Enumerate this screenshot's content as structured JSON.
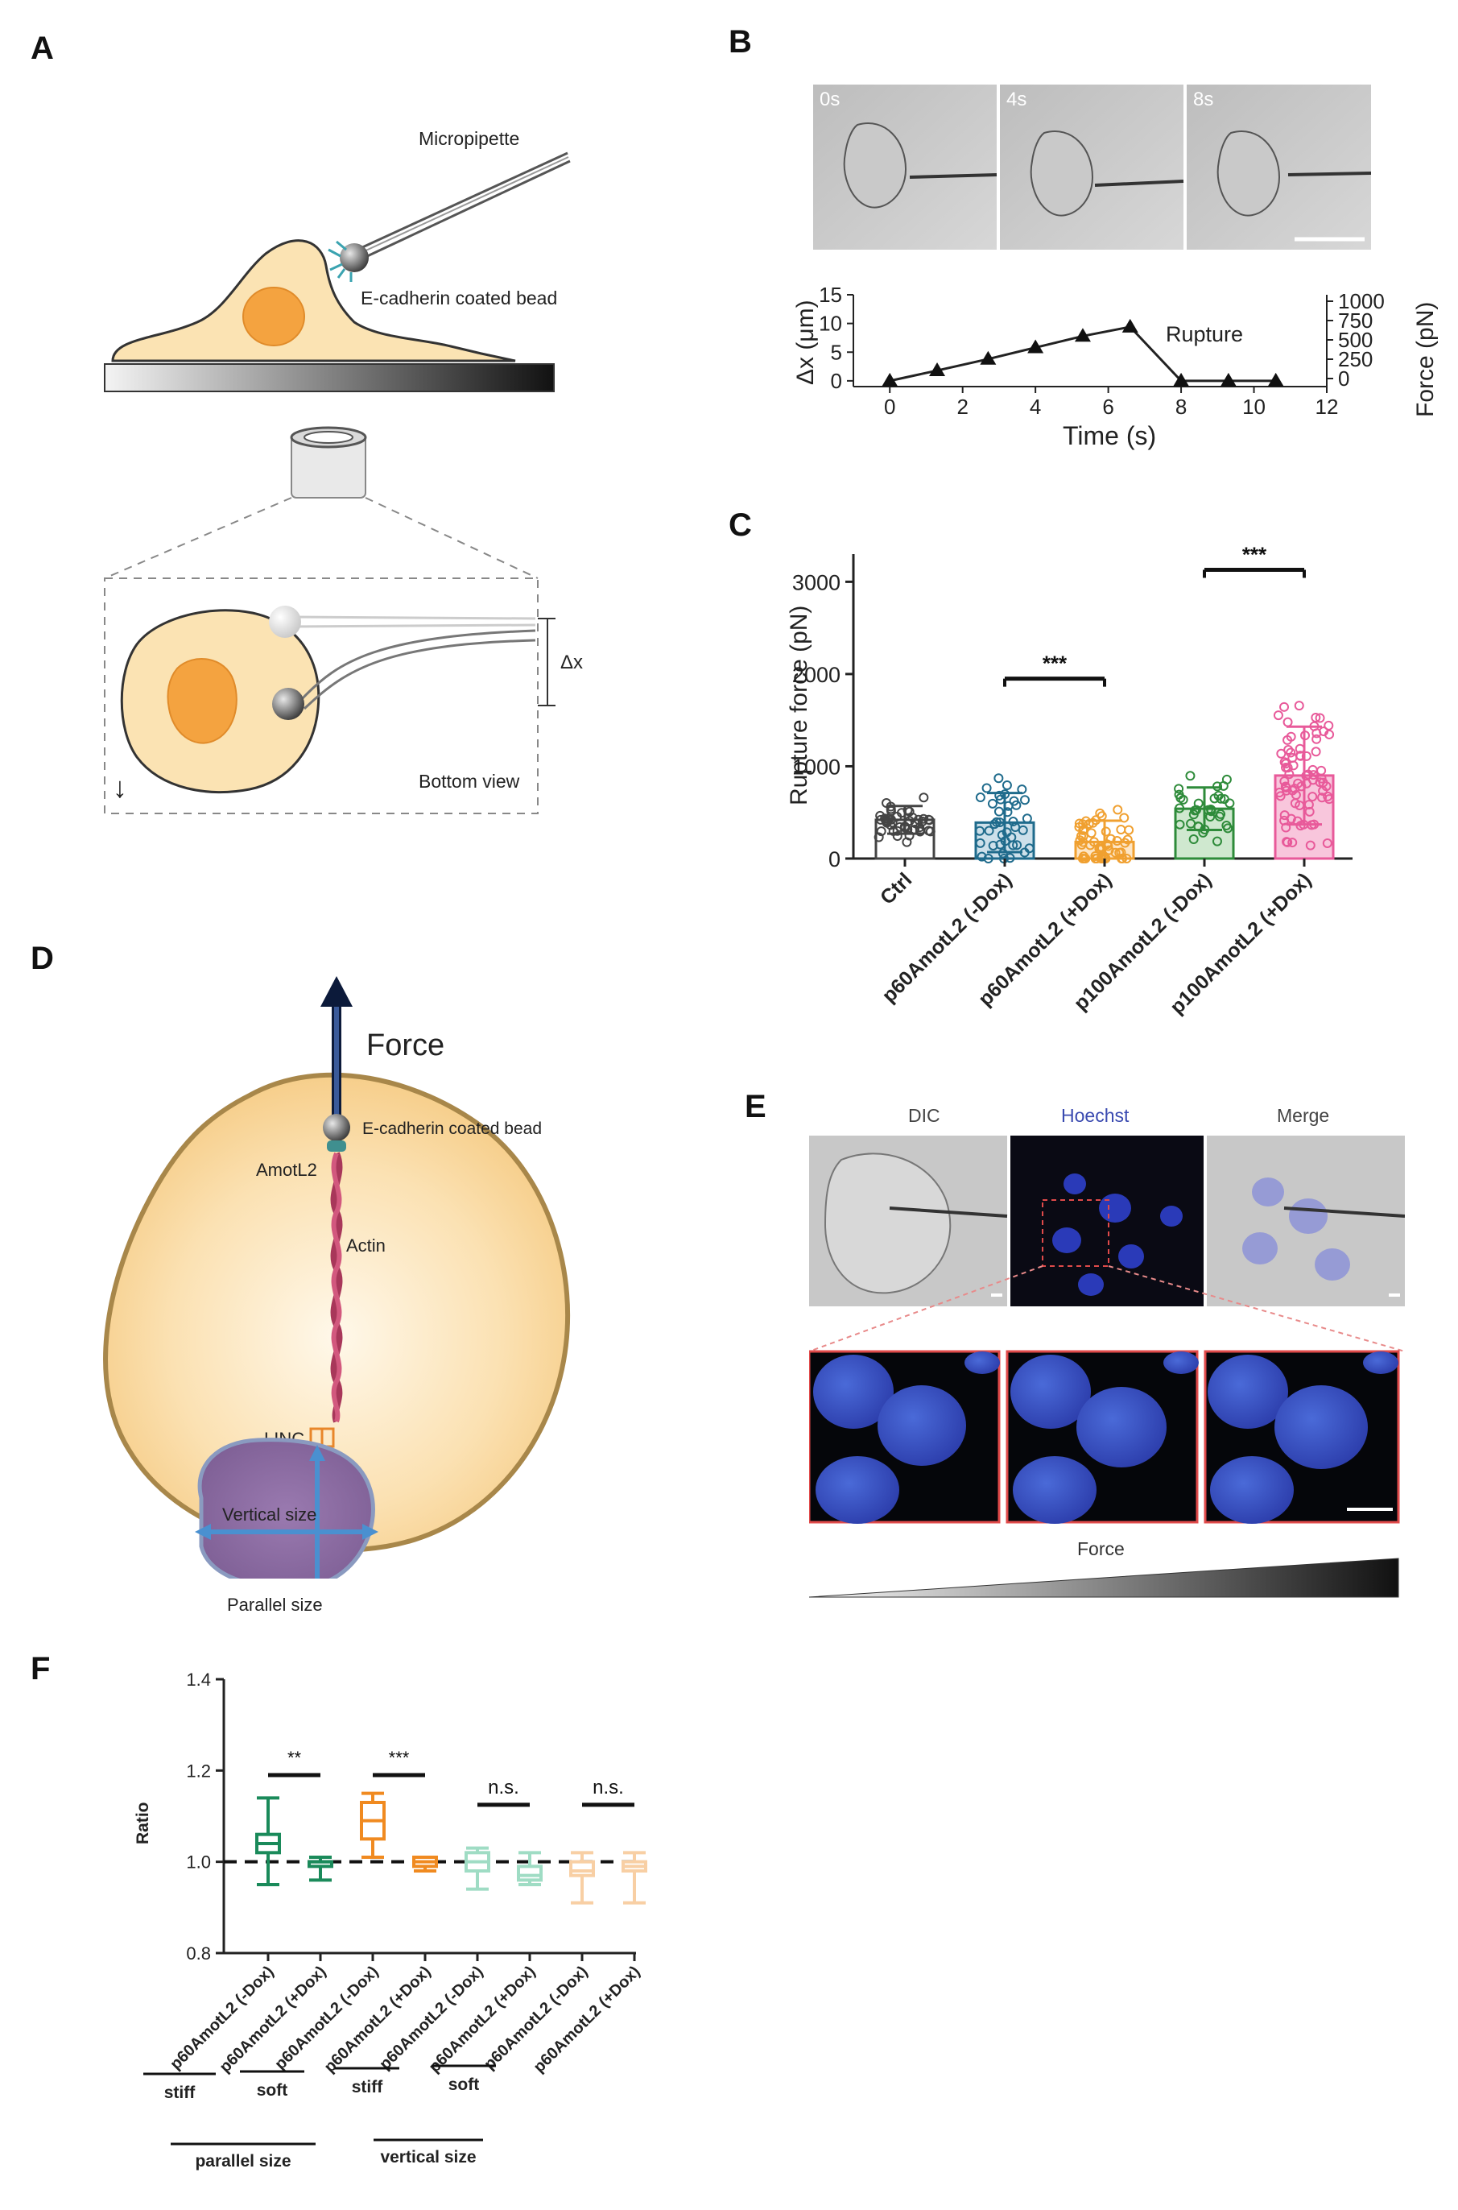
{
  "panels": {
    "A": {
      "letter": "A",
      "label_micropipette": "Micropipette",
      "label_bead": "E-cadherin coated bead",
      "label_dx": "Δx",
      "label_bottom_view": "Bottom view",
      "arrow_glyph": "↓"
    },
    "B": {
      "letter": "B",
      "frame_times": [
        "0s",
        "4s",
        "8s"
      ],
      "rupture_label": "Rupture",
      "xlabel": "Time (s)",
      "ylabel_left": "Δx (μm)",
      "ylabel_right": "Force (pN)",
      "xticks": [
        "0",
        "2",
        "4",
        "6",
        "8",
        "10",
        "12"
      ],
      "yticks_left": [
        "0",
        "5",
        "10",
        "15"
      ],
      "yticks_right": [
        "0",
        "250",
        "500",
        "750",
        "1000"
      ]
    },
    "C": {
      "letter": "C",
      "ylabel": "Rupture force (pN)",
      "yticks": [
        "0",
        "1000",
        "2000",
        "3000"
      ],
      "sig1": "***",
      "sig2": "***"
    },
    "D": {
      "letter": "D",
      "force": "Force",
      "bead": "E-cadherin  coated bead",
      "amotl2": "AmotL2",
      "actin": "Actin",
      "linc": "LINC",
      "vertical": "Vertical size",
      "parallel": "Parallel size"
    },
    "E": {
      "letter": "E",
      "dic": "DIC",
      "hoechst": "Hoechst",
      "merge": "Merge",
      "force": "Force"
    },
    "F": {
      "letter": "F",
      "ylabel": "Ratio",
      "yticks": [
        "0.8",
        "1.0",
        "1.2",
        "1.4"
      ],
      "sigs": [
        "**",
        "***",
        "n.s.",
        "n.s."
      ],
      "categories": [
        "p60AmotL2 (-Dox)",
        "p60AmotL2 (+Dox)",
        "p60AmotL2 (-Dox)",
        "p60AmotL2 (+Dox)",
        "p60AmotL2 (-Dox)",
        "p60AmotL2 (+Dox)",
        "p60AmotL2 (-Dox)",
        "p60AmotL2 (+Dox)"
      ],
      "stiffness": [
        "stiff",
        "soft",
        "stiff",
        "soft"
      ],
      "groups": [
        "parallel size",
        "vertical size"
      ]
    }
  },
  "chart_data": [
    {
      "id": "B",
      "type": "line",
      "xlabel": "Time (s)",
      "ylabel": "Δx (μm)",
      "y2label": "Force (pN)",
      "xlim": [
        -1,
        12
      ],
      "ylim": [
        -1,
        15
      ],
      "y2lim": [
        0,
        1000
      ],
      "x": [
        0,
        1.3,
        2.7,
        4.0,
        5.3,
        6.6,
        8.0,
        9.3,
        10.6
      ],
      "y": [
        0,
        1.8,
        3.8,
        5.8,
        7.8,
        9.4,
        0,
        0,
        0
      ],
      "annotations": [
        "Rupture"
      ]
    },
    {
      "id": "C",
      "type": "bar",
      "ylabel": "Rupture force (pN)",
      "ylim": [
        0,
        3300
      ],
      "categories": [
        "Ctrl",
        "p60AmotL2 (-Dox)",
        "p60AmotL2 (+Dox)",
        "p100AmotL2 (-Dox)",
        "p100AmotL2 (+Dox)"
      ],
      "values": [
        420,
        390,
        180,
        540,
        900
      ],
      "sd": [
        150,
        320,
        230,
        230,
        530
      ],
      "colors": [
        "#444444",
        "#1f6b8c",
        "#f0a030",
        "#2e8b3a",
        "#e85a9a"
      ],
      "fills": [
        "#ffffff",
        "#cde0ea",
        "#fde6c6",
        "#cfe8cf",
        "#f8c6dc"
      ],
      "n_points": [
        45,
        40,
        55,
        35,
        75
      ],
      "significance": [
        {
          "from": "p60AmotL2 (-Dox)",
          "to": "p60AmotL2 (+Dox)",
          "label": "***"
        },
        {
          "from": "p100AmotL2 (-Dox)",
          "to": "p100AmotL2 (+Dox)",
          "label": "***"
        }
      ]
    },
    {
      "id": "F",
      "type": "box",
      "ylabel": "Ratio",
      "ylim": [
        0.8,
        1.4
      ],
      "reference_line": 1.0,
      "categories": [
        "p60AmotL2 (-Dox)",
        "p60AmotL2 (+Dox)",
        "p60AmotL2 (-Dox)",
        "p60AmotL2 (+Dox)",
        "p60AmotL2 (-Dox)",
        "p60AmotL2 (+Dox)",
        "p60AmotL2 (-Dox)",
        "p60AmotL2 (+Dox)"
      ],
      "boxes": [
        {
          "min": 0.95,
          "q1": 1.02,
          "median": 1.04,
          "q3": 1.06,
          "max": 1.14,
          "color": "#1a8a5a"
        },
        {
          "min": 0.96,
          "q1": 0.99,
          "median": 1.0,
          "q3": 1.0,
          "max": 1.01,
          "color": "#1a8a5a"
        },
        {
          "min": 1.01,
          "q1": 1.05,
          "median": 1.09,
          "q3": 1.13,
          "max": 1.15,
          "color": "#f08a20"
        },
        {
          "min": 0.98,
          "q1": 0.99,
          "median": 1.0,
          "q3": 1.01,
          "max": 1.01,
          "color": "#f08a20"
        },
        {
          "min": 0.94,
          "q1": 0.98,
          "median": 1.0,
          "q3": 1.02,
          "max": 1.03,
          "color": "#9fdcc4"
        },
        {
          "min": 0.95,
          "q1": 0.96,
          "median": 0.97,
          "q3": 0.99,
          "max": 1.02,
          "color": "#9fdcc4"
        },
        {
          "min": 0.91,
          "q1": 0.97,
          "median": 0.98,
          "q3": 1.0,
          "max": 1.02,
          "color": "#f8cfa4"
        },
        {
          "min": 0.91,
          "q1": 0.98,
          "median": 0.99,
          "q3": 1.0,
          "max": 1.02,
          "color": "#f8cfa4"
        }
      ],
      "significance": [
        "**",
        "***",
        "n.s.",
        "n.s."
      ]
    }
  ]
}
